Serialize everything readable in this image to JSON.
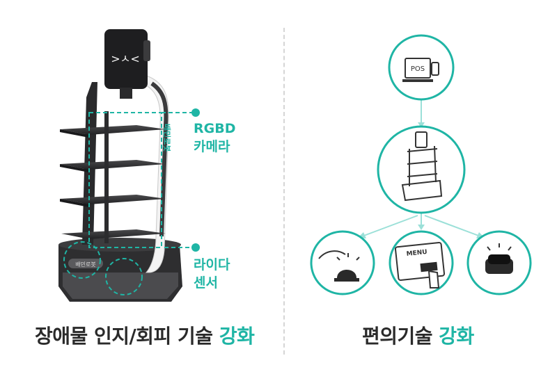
{
  "left_panel": {
    "callout_top": {
      "line1": "RGBD",
      "line2": "카메라"
    },
    "callout_bottom": {
      "line1": "라이다",
      "line2": "센서"
    },
    "caption": {
      "main": "장애물 인지/회피 기술 ",
      "accent": "강화"
    },
    "robot_screen_face": ">ㅅ<",
    "robot_brand_text": "배민로봇"
  },
  "right_panel": {
    "pos_label": "POS",
    "menu_label": "MENU",
    "caption": {
      "main": "편의기술 ",
      "accent": "강화"
    }
  },
  "colors": {
    "accent": "#1fb5a5",
    "text": "#2a2a2a",
    "line": "#9be0d8"
  }
}
